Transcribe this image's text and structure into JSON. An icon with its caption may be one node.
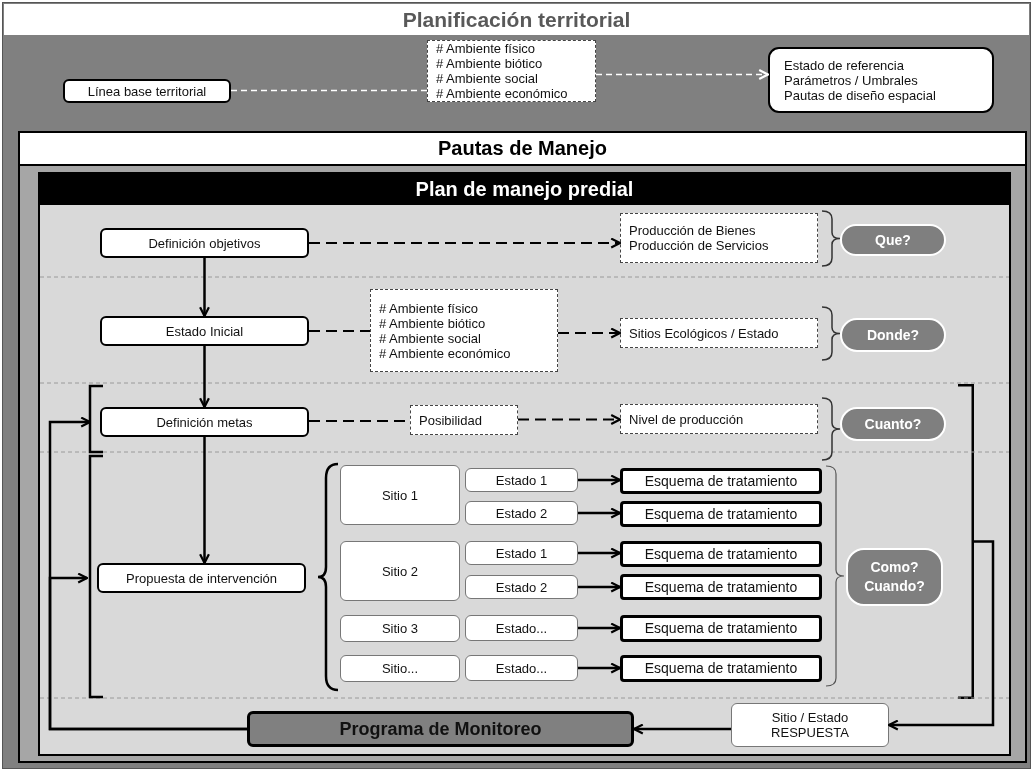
{
  "diagram": {
    "nodes": [
      {
        "text": [
          "Planificación territorial"
        ]
      },
      {
        "text": [
          "Línea base territorial"
        ],
        "in": 0
      },
      {
        "text": [
          "# Ambiente físico",
          "# Ambiente biótico",
          "# Ambiente social",
          "# Ambiente económico"
        ],
        "in": 0
      },
      {
        "text": [
          "Estado de referencia",
          "Parámetros / Umbrales",
          "Pautas de diseño espacial"
        ],
        "in": 0
      },
      {
        "text": [
          "Pautas de Manejo"
        ],
        "in": 0
      },
      {
        "text": [
          "Plan de manejo predial"
        ],
        "in": 4
      },
      {
        "text": [
          "Definición objetivos"
        ],
        "in": 5
      },
      {
        "text": [
          "Producción de Bienes",
          "Producción de Servicios"
        ],
        "in": 5
      },
      {
        "text": [
          "Que?"
        ],
        "in": 5
      },
      {
        "text": [
          "Estado Inicial"
        ],
        "in": 5
      },
      {
        "text": [
          "# Ambiente físico",
          "# Ambiente biótico",
          "# Ambiente social",
          "# Ambiente económico"
        ],
        "in": 5
      },
      {
        "text": [
          "Sitios Ecológicos / Estado"
        ],
        "in": 5
      },
      {
        "text": [
          "Donde?"
        ],
        "in": 5
      },
      {
        "text": [
          "Definición metas"
        ],
        "in": 5
      },
      {
        "text": [
          "Posibilidad"
        ],
        "in": 5
      },
      {
        "text": [
          "Nivel de producción"
        ],
        "in": 5
      },
      {
        "text": [
          "Cuanto?"
        ],
        "in": 5
      },
      {
        "text": [
          "Propuesta de intervención"
        ],
        "in": 5
      },
      {
        "text": [
          "Sitio 1"
        ],
        "in": 5
      },
      {
        "text": [
          "Estado 1"
        ],
        "in": 5
      },
      {
        "text": [
          "Esquema de tratamiento"
        ],
        "in": 5
      },
      {
        "text": [
          "Estado 2"
        ],
        "in": 5
      },
      {
        "text": [
          "Esquema de tratamiento"
        ],
        "in": 5
      },
      {
        "text": [
          "Sitio 2"
        ],
        "in": 5
      },
      {
        "text": [
          "Estado 1"
        ],
        "in": 5
      },
      {
        "text": [
          "Esquema de tratamiento"
        ],
        "in": 5
      },
      {
        "text": [
          "Estado 2"
        ],
        "in": 5
      },
      {
        "text": [
          "Esquema de tratamiento"
        ],
        "in": 5
      },
      {
        "text": [
          "Sitio 3"
        ],
        "in": 5
      },
      {
        "text": [
          "Estado..."
        ],
        "in": 5
      },
      {
        "text": [
          "Esquema de tratamiento"
        ],
        "in": 5
      },
      {
        "text": [
          "Sitio..."
        ],
        "in": 5
      },
      {
        "text": [
          "Estado..."
        ],
        "in": 5
      },
      {
        "text": [
          "Esquema de tratamiento"
        ],
        "in": 5
      },
      {
        "text": [
          "Como?",
          "Cuando?"
        ],
        "in": 5
      },
      {
        "text": [
          "Sitio / Estado",
          "RESPUESTA"
        ],
        "in": 5
      },
      {
        "text": [
          "Programa de Monitoreo"
        ],
        "in": 5
      },
      {
        "text": [],
        "shape": "bracket",
        "in": 5
      }
    ],
    "edges": [
      {
        "from": 1,
        "to": 2,
        "arrow": "none",
        "style": "dashed",
        "color": "#ffffff"
      },
      {
        "from": 2,
        "to": 3,
        "arrow": "to",
        "style": "dashed",
        "color": "#ffffff"
      },
      {
        "from": 6,
        "to": 7,
        "arrow": "to",
        "style": "dashed"
      },
      {
        "from": 6,
        "to": 9,
        "arrow": "to"
      },
      {
        "from": 9,
        "to": 10,
        "arrow": "none",
        "style": "dashed"
      },
      {
        "from": 10,
        "to": 11,
        "arrow": "to",
        "style": "dashed"
      },
      {
        "from": 9,
        "to": 13,
        "arrow": "to"
      },
      {
        "from": 13,
        "to": 14,
        "arrow": "none",
        "style": "dashed"
      },
      {
        "from": 14,
        "to": 15,
        "arrow": "to",
        "style": "dashed"
      },
      {
        "from": 13,
        "to": 17,
        "arrow": "to"
      },
      {
        "from": 19,
        "to": 20,
        "arrow": "to"
      },
      {
        "from": 21,
        "to": 22,
        "arrow": "to"
      },
      {
        "from": 24,
        "to": 25,
        "arrow": "to"
      },
      {
        "from": 26,
        "to": 27,
        "arrow": "to"
      },
      {
        "from": 29,
        "to": 30,
        "arrow": "to"
      },
      {
        "from": 32,
        "to": 33,
        "arrow": "to"
      },
      {
        "from": 37,
        "to": 35,
        "arrow": "to"
      },
      {
        "from": 35,
        "to": 36,
        "arrow": "to"
      },
      {
        "from": 36,
        "to": 13,
        "arrow": "to"
      },
      {
        "from": 36,
        "to": 17,
        "arrow": "to"
      }
    ]
  }
}
